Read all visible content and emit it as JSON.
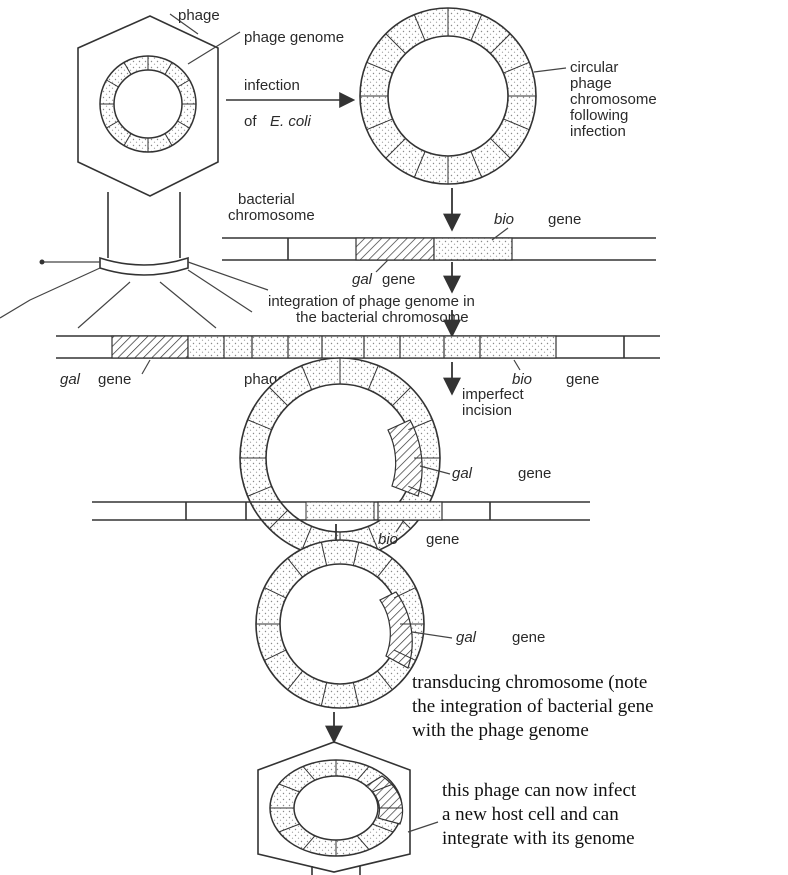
{
  "labels": {
    "phage": "phage",
    "phage_genome_top": "phage genome",
    "infection_line1": "infection",
    "infection_line2_prefix": "of",
    "infection_line2_species": "E. coli",
    "circular_line1": "circular",
    "circular_line2": "phage",
    "circular_line3": "chromosome",
    "circular_line4": "following",
    "circular_line5": "infection",
    "bacterial_line1": "bacterial",
    "bacterial_line2": "chromosome",
    "bio_name": "bio",
    "gene_word": "gene",
    "gal_name": "gal",
    "integration_line1": "integration of phage genome in",
    "integration_line2": "the bacterial chromosome",
    "phage_genome_row": "phage genome",
    "imperfect_line1": "imperfect",
    "imperfect_line2": "incision",
    "transducing_line1": "transducing chromosome (note",
    "transducing_line2": "the integration of bacterial gene",
    "transducing_line3": "with the phage genome",
    "newphage_line1": "this phage can now infect",
    "newphage_line2": "a new host cell and can",
    "newphage_line3": "integrate with its genome"
  },
  "colors": {
    "ink": "#333333",
    "stipple": "#9a9a9a",
    "background": "#ffffff"
  }
}
